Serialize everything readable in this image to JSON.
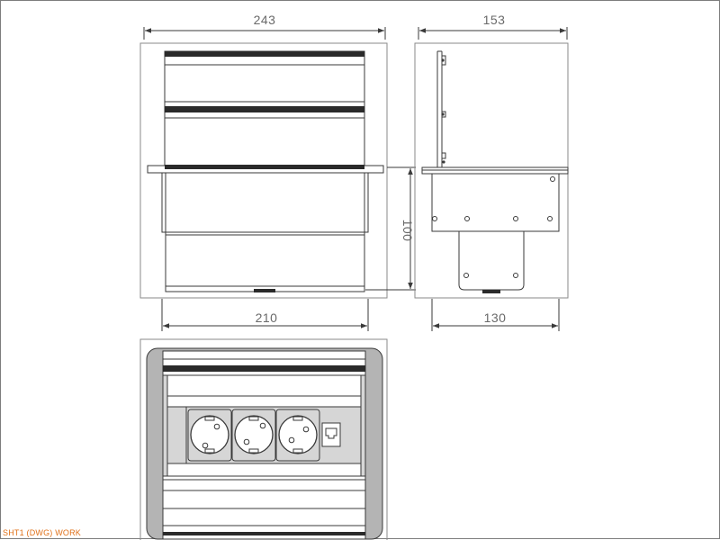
{
  "dimensions": {
    "front_width": "243",
    "side_width": "153",
    "front_height": "100",
    "front_inner_width": "210",
    "side_inner_width": "130"
  },
  "status_text": "SHT1 (DWG) WORK",
  "colors": {
    "line": "#3a3a3a",
    "dim_line": "#3a3a3a",
    "face_fill": "#d6d6d6",
    "frame_fill": "#b4b4b4",
    "stripe": "#2a2a2a",
    "accent_status": "#e07018",
    "background": "#ffffff"
  },
  "icons": [
    "schuko-socket-icon",
    "rj45-network-port-icon",
    "screw-icon"
  ]
}
